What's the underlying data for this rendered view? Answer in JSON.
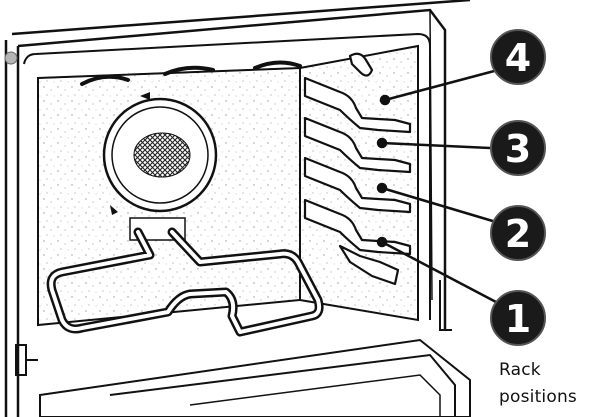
{
  "caption": {
    "line1": "Rack",
    "line2": "positions"
  },
  "racks": [
    {
      "number": "4"
    },
    {
      "number": "3"
    },
    {
      "number": "2"
    },
    {
      "number": "1"
    }
  ],
  "colors": {
    "line": "#111111",
    "callout_fill": "#1a1a1a",
    "number": "#ffffff"
  }
}
